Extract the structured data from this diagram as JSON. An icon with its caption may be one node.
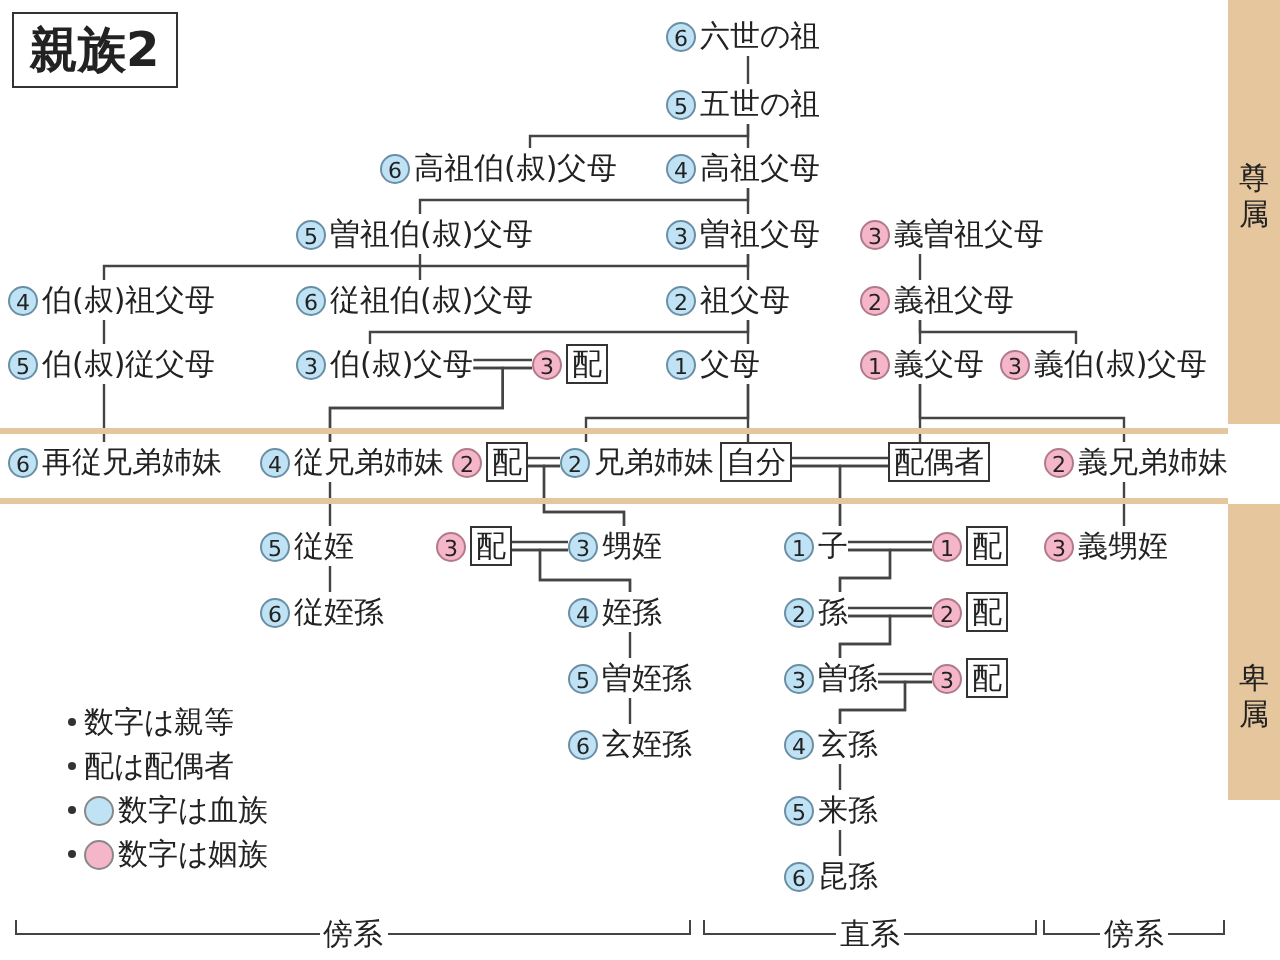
{
  "diagram": {
    "title": "親族2",
    "nodes": [
      {
        "text": [
          "6",
          "六世の祖"
        ]
      },
      {
        "text": [
          "5",
          "五世の祖"
        ]
      },
      {
        "text": [
          "6",
          "高祖伯(叔)父母"
        ]
      },
      {
        "text": [
          "4",
          "高祖父母"
        ]
      },
      {
        "text": [
          "5",
          "曽祖伯(叔)父母"
        ]
      },
      {
        "text": [
          "3",
          "曽祖父母"
        ]
      },
      {
        "text": [
          "3",
          "義曽祖父母"
        ]
      },
      {
        "text": [
          "4",
          "伯(叔)祖父母"
        ]
      },
      {
        "text": [
          "6",
          "従祖伯(叔)父母"
        ]
      },
      {
        "text": [
          "2",
          "祖父母"
        ]
      },
      {
        "text": [
          "2",
          "義祖父母"
        ]
      },
      {
        "text": [
          "5",
          "伯(叔)従父母"
        ]
      },
      {
        "text": [
          "3",
          "伯(叔)父母"
        ]
      },
      {
        "text": [
          "3",
          "配"
        ]
      },
      {
        "text": [
          "1",
          "父母"
        ]
      },
      {
        "text": [
          "1",
          "義父母"
        ]
      },
      {
        "text": [
          "3",
          "義伯(叔)父母"
        ]
      },
      {
        "text": [
          "6",
          "再従兄弟姉妹"
        ]
      },
      {
        "text": [
          "4",
          "従兄弟姉妹"
        ]
      },
      {
        "text": [
          "2",
          "配"
        ]
      },
      {
        "text": [
          "2",
          "兄弟姉妹"
        ]
      },
      {
        "text": [
          "自分"
        ]
      },
      {
        "text": [
          "配偶者"
        ]
      },
      {
        "text": [
          "2",
          "義兄弟姉妹"
        ]
      },
      {
        "text": [
          "5",
          "従姪"
        ]
      },
      {
        "text": [
          "3",
          "配"
        ]
      },
      {
        "text": [
          "3",
          "甥姪"
        ]
      },
      {
        "text": [
          "1",
          "子"
        ]
      },
      {
        "text": [
          "1",
          "配"
        ]
      },
      {
        "text": [
          "3",
          "義甥姪"
        ]
      },
      {
        "text": [
          "6",
          "従姪孫"
        ]
      },
      {
        "text": [
          "4",
          "姪孫"
        ]
      },
      {
        "text": [
          "2",
          "孫"
        ]
      },
      {
        "text": [
          "2",
          "配"
        ]
      },
      {
        "text": [
          "5",
          "曽姪孫"
        ]
      },
      {
        "text": [
          "3",
          "曽孫"
        ]
      },
      {
        "text": [
          "3",
          "配"
        ]
      },
      {
        "text": [
          "6",
          "玄姪孫"
        ]
      },
      {
        "text": [
          "4",
          "玄孫"
        ]
      },
      {
        "text": [
          "5",
          "来孫"
        ]
      },
      {
        "text": [
          "6",
          "昆孫"
        ]
      }
    ],
    "edges": [
      {
        "from": 0,
        "to": 1,
        "arrow": "none"
      },
      {
        "from": 1,
        "to": 3,
        "arrow": "none"
      },
      {
        "from": 1,
        "to": 2,
        "arrow": "none"
      },
      {
        "from": 3,
        "to": 5,
        "arrow": "none"
      },
      {
        "from": 3,
        "to": 4,
        "arrow": "none"
      },
      {
        "from": 5,
        "to": 9,
        "arrow": "none"
      },
      {
        "from": 5,
        "to": 7,
        "arrow": "none"
      },
      {
        "from": 4,
        "to": 8,
        "arrow": "none"
      },
      {
        "from": 9,
        "to": 14,
        "arrow": "none"
      },
      {
        "from": 9,
        "to": 12,
        "arrow": "none"
      },
      {
        "from": 7,
        "to": 11,
        "arrow": "none"
      },
      {
        "from": 11,
        "to": 17,
        "arrow": "none"
      },
      {
        "from": 12,
        "to": 13,
        "arrow": "none"
      },
      {
        "from": 12,
        "to": 18,
        "arrow": "none"
      },
      {
        "from": 13,
        "to": 18,
        "arrow": "none"
      },
      {
        "from": 14,
        "to": 21,
        "arrow": "none"
      },
      {
        "from": 14,
        "to": 20,
        "arrow": "none"
      },
      {
        "from": 6,
        "to": 10,
        "arrow": "none"
      },
      {
        "from": 10,
        "to": 15,
        "arrow": "none"
      },
      {
        "from": 10,
        "to": 16,
        "arrow": "none"
      },
      {
        "from": 15,
        "to": 22,
        "arrow": "none"
      },
      {
        "from": 15,
        "to": 23,
        "arrow": "none"
      },
      {
        "from": 18,
        "to": 24,
        "arrow": "none"
      },
      {
        "from": 19,
        "to": 20,
        "arrow": "none"
      },
      {
        "from": 19,
        "to": 26,
        "arrow": "none"
      },
      {
        "from": 20,
        "to": 26,
        "arrow": "none"
      },
      {
        "from": 21,
        "to": 22,
        "arrow": "none"
      },
      {
        "from": 21,
        "to": 27,
        "arrow": "none"
      },
      {
        "from": 22,
        "to": 27,
        "arrow": "none"
      },
      {
        "from": 23,
        "to": 29,
        "arrow": "none"
      },
      {
        "from": 24,
        "to": 30,
        "arrow": "none"
      },
      {
        "from": 25,
        "to": 26,
        "arrow": "none"
      },
      {
        "from": 25,
        "to": 31,
        "arrow": "none"
      },
      {
        "from": 26,
        "to": 31,
        "arrow": "none"
      },
      {
        "from": 27,
        "to": 28,
        "arrow": "none"
      },
      {
        "from": 27,
        "to": 32,
        "arrow": "none"
      },
      {
        "from": 28,
        "to": 32,
        "arrow": "none"
      },
      {
        "from": 31,
        "to": 34,
        "arrow": "none"
      },
      {
        "from": 32,
        "to": 33,
        "arrow": "none"
      },
      {
        "from": 32,
        "to": 35,
        "arrow": "none"
      },
      {
        "from": 33,
        "to": 35,
        "arrow": "none"
      },
      {
        "from": 34,
        "to": 37,
        "arrow": "none"
      },
      {
        "from": 35,
        "to": 36,
        "arrow": "none"
      },
      {
        "from": 35,
        "to": 38,
        "arrow": "none"
      },
      {
        "from": 36,
        "to": 38,
        "arrow": "none"
      },
      {
        "from": 38,
        "to": 39,
        "arrow": "none"
      },
      {
        "from": 39,
        "to": 40,
        "arrow": "none"
      }
    ],
    "labels": [
      "尊属",
      "卑属",
      "傍系",
      "直系",
      "傍系"
    ],
    "legend": [
      {
        "text": "数字は親等"
      },
      {
        "text": "配は配偶者"
      },
      {
        "text": "数字は血族",
        "color": "#bfe3f5"
      },
      {
        "text": "数字は姻族",
        "color": "#f4b6c8"
      }
    ]
  }
}
